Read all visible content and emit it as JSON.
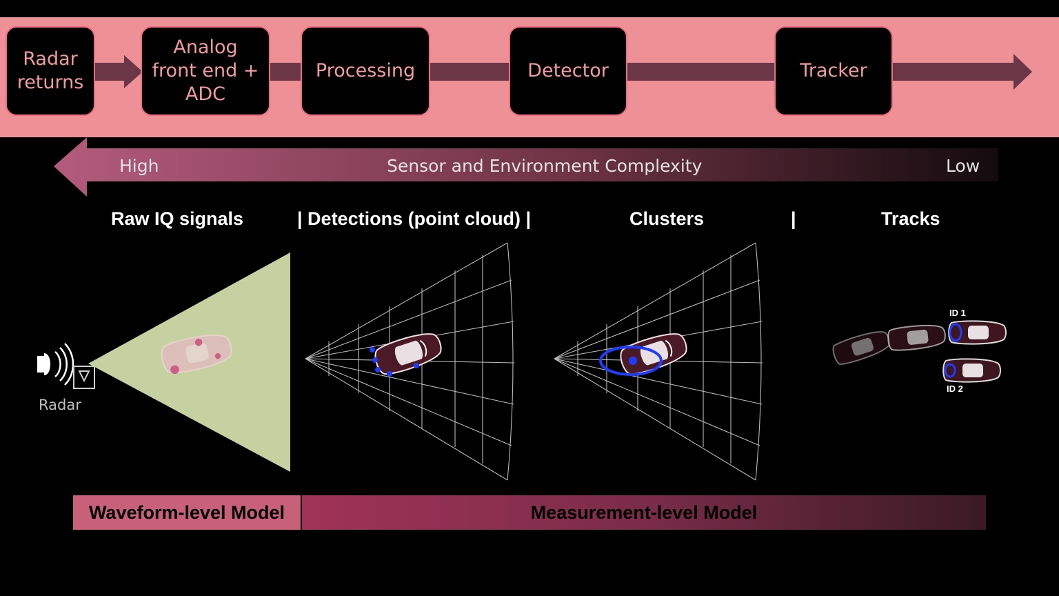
{
  "pipeline": {
    "stages": [
      {
        "label_lines": [
          "Radar",
          "returns"
        ]
      },
      {
        "label_lines": [
          "Analog",
          "front end +",
          "ADC"
        ]
      },
      {
        "label_lines": [
          "Processing"
        ]
      },
      {
        "label_lines": [
          "Detector"
        ]
      },
      {
        "label_lines": [
          "Tracker"
        ]
      }
    ]
  },
  "complexity": {
    "high": "High",
    "title": "Sensor and Environment Complexity",
    "low": "Low"
  },
  "sections": {
    "raw_iq": "Raw IQ signals",
    "detections": "| Detections (point cloud) |",
    "clusters": "Clusters",
    "separator": "|",
    "tracks": "Tracks"
  },
  "radar_label": "Radar",
  "track_ids": {
    "id1": "ID 1",
    "id2": "ID 2"
  },
  "models": {
    "waveform": "Waveform-level Model",
    "measurement": "Measurement-level Model"
  },
  "colors": {
    "band": "#ee9196",
    "connector": "#6b3746",
    "stage_border": "#f26b82",
    "stage_text": "#f29aa0",
    "cone": "#c5d1a1",
    "cluster": "#1f3cff"
  }
}
